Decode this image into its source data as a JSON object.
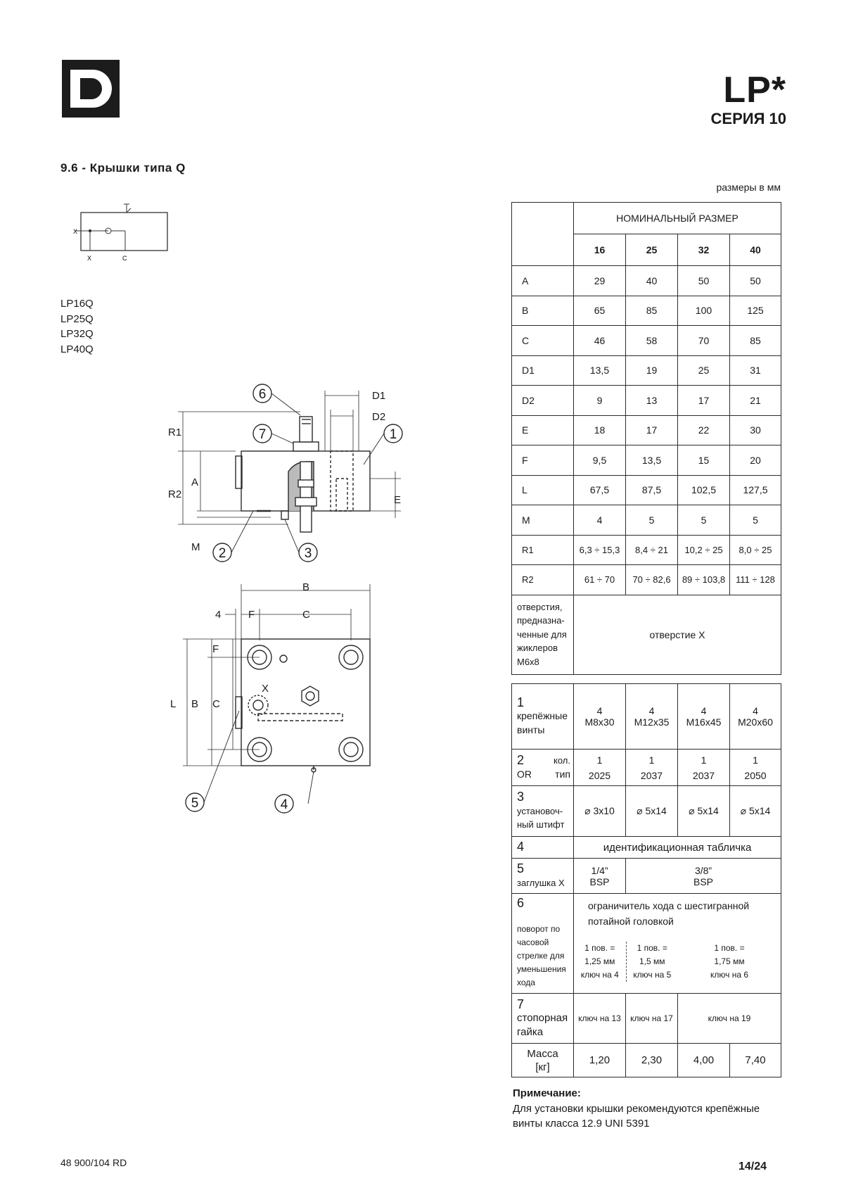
{
  "header": {
    "series_code": "LP*",
    "series_name": "СЕРИЯ 10",
    "logo_letter": "D"
  },
  "section_title": "9.6 - Крышки типа Q",
  "units_note": "размеры в мм",
  "symbol_labels": {
    "x_left": "X",
    "x_bottom": "X",
    "c_bottom": "C"
  },
  "models": [
    "LP16Q",
    "LP25Q",
    "LP32Q",
    "LP40Q"
  ],
  "drawing_labels": {
    "callouts": [
      "1",
      "2",
      "3",
      "4",
      "5",
      "6",
      "7"
    ],
    "side_view": {
      "R1": "R1",
      "R2": "R2",
      "A": "A",
      "M": "M",
      "D1": "D1",
      "D2": "D2",
      "E": "E"
    },
    "top_view": {
      "B_top": "B",
      "four": "4",
      "F_top": "F",
      "C_top": "C",
      "F_side": "F",
      "L": "L",
      "B_side": "B",
      "C_side": "C",
      "X": "X"
    }
  },
  "dimensions_table": {
    "header": "НОМИНАЛЬНЫЙ РАЗМЕР",
    "sizes": [
      "16",
      "25",
      "32",
      "40"
    ],
    "rows": [
      {
        "label": "A",
        "values": [
          "29",
          "40",
          "50",
          "50"
        ]
      },
      {
        "label": "B",
        "values": [
          "65",
          "85",
          "100",
          "125"
        ]
      },
      {
        "label": "C",
        "values": [
          "46",
          "58",
          "70",
          "85"
        ]
      },
      {
        "label": "D1",
        "values": [
          "13,5",
          "19",
          "25",
          "31"
        ]
      },
      {
        "label": "D2",
        "values": [
          "9",
          "13",
          "17",
          "21"
        ]
      },
      {
        "label": "E",
        "values": [
          "18",
          "17",
          "22",
          "30"
        ]
      },
      {
        "label": "F",
        "values": [
          "9,5",
          "13,5",
          "15",
          "20"
        ]
      },
      {
        "label": "L",
        "values": [
          "67,5",
          "87,5",
          "102,5",
          "127,5"
        ]
      },
      {
        "label": "M",
        "values": [
          "4",
          "5",
          "5",
          "5"
        ]
      },
      {
        "label": "R1",
        "values": [
          "6,3 ÷ 15,3",
          "8,4 ÷ 21",
          "10,2 ÷ 25",
          "8,0 ÷ 25"
        ]
      },
      {
        "label": "R2",
        "values": [
          "61 ÷ 70",
          "70 ÷ 82,6",
          "89 ÷ 103,8",
          "111 ÷ 128"
        ]
      }
    ],
    "holes_label": [
      "отверстия,",
      "предназна-",
      "ченные для",
      "жиклеров",
      "M6x8"
    ],
    "holes_value": "отверстие X"
  },
  "parts_table": {
    "row1": {
      "num": "1",
      "label": [
        "крепёжные",
        "винты"
      ],
      "qty": [
        "4",
        "4",
        "4",
        "4"
      ],
      "values": [
        "M8x30",
        "M12x35",
        "M16x45",
        "M20x60"
      ]
    },
    "row2": {
      "num": "2",
      "label": "OR",
      "qty_label": "кол.",
      "type_label": "тип",
      "qty": [
        "1",
        "1",
        "1",
        "1"
      ],
      "values": [
        "2025",
        "2037",
        "2037",
        "2050"
      ]
    },
    "row3": {
      "num": "3",
      "label": [
        "установоч-",
        "ный штифт"
      ],
      "values": [
        "⌀ 3x10",
        "⌀ 5x14",
        "⌀ 5x14",
        "⌀ 5x14"
      ]
    },
    "row4": {
      "num": "4",
      "value": "идентификационная табличка"
    },
    "row5": {
      "num": "5",
      "label": "заглушка X",
      "v1_top": "1/4”",
      "v1_bottom": "BSP",
      "v2_top": "3/8”",
      "v2_bottom": "BSP"
    },
    "row6": {
      "num": "6",
      "desc": [
        "ограничитель хода с шестигранной",
        "потайной головкой"
      ],
      "label": [
        "поворот по",
        "часовой",
        "стрелке для",
        "уменьшения",
        "хода"
      ],
      "c1": [
        "1 пов. =",
        "1,25 мм",
        "ключ на 4"
      ],
      "c2": [
        "1 пов. =",
        "1,5 мм",
        "ключ на 5"
      ],
      "c3": [
        "1 пов. =",
        "1,75 мм",
        "ключ на  6"
      ]
    },
    "row7": {
      "num": "7",
      "label": [
        "стопорная",
        "гайка"
      ],
      "values": [
        "ключ на 13",
        "ключ на 17",
        "ключ на 19"
      ]
    },
    "mass": {
      "label": [
        "Масса",
        "[кг]"
      ],
      "values": [
        "1,20",
        "2,30",
        "4,00",
        "7,40"
      ]
    }
  },
  "note": {
    "title": "Примечание:",
    "lines": [
      "Для установки крышки рекомендуются крепёжные",
      "винты класса 12.9 UNI 5391"
    ]
  },
  "footer": {
    "doc_code": "48 900/104 RD",
    "page": "14/24"
  }
}
